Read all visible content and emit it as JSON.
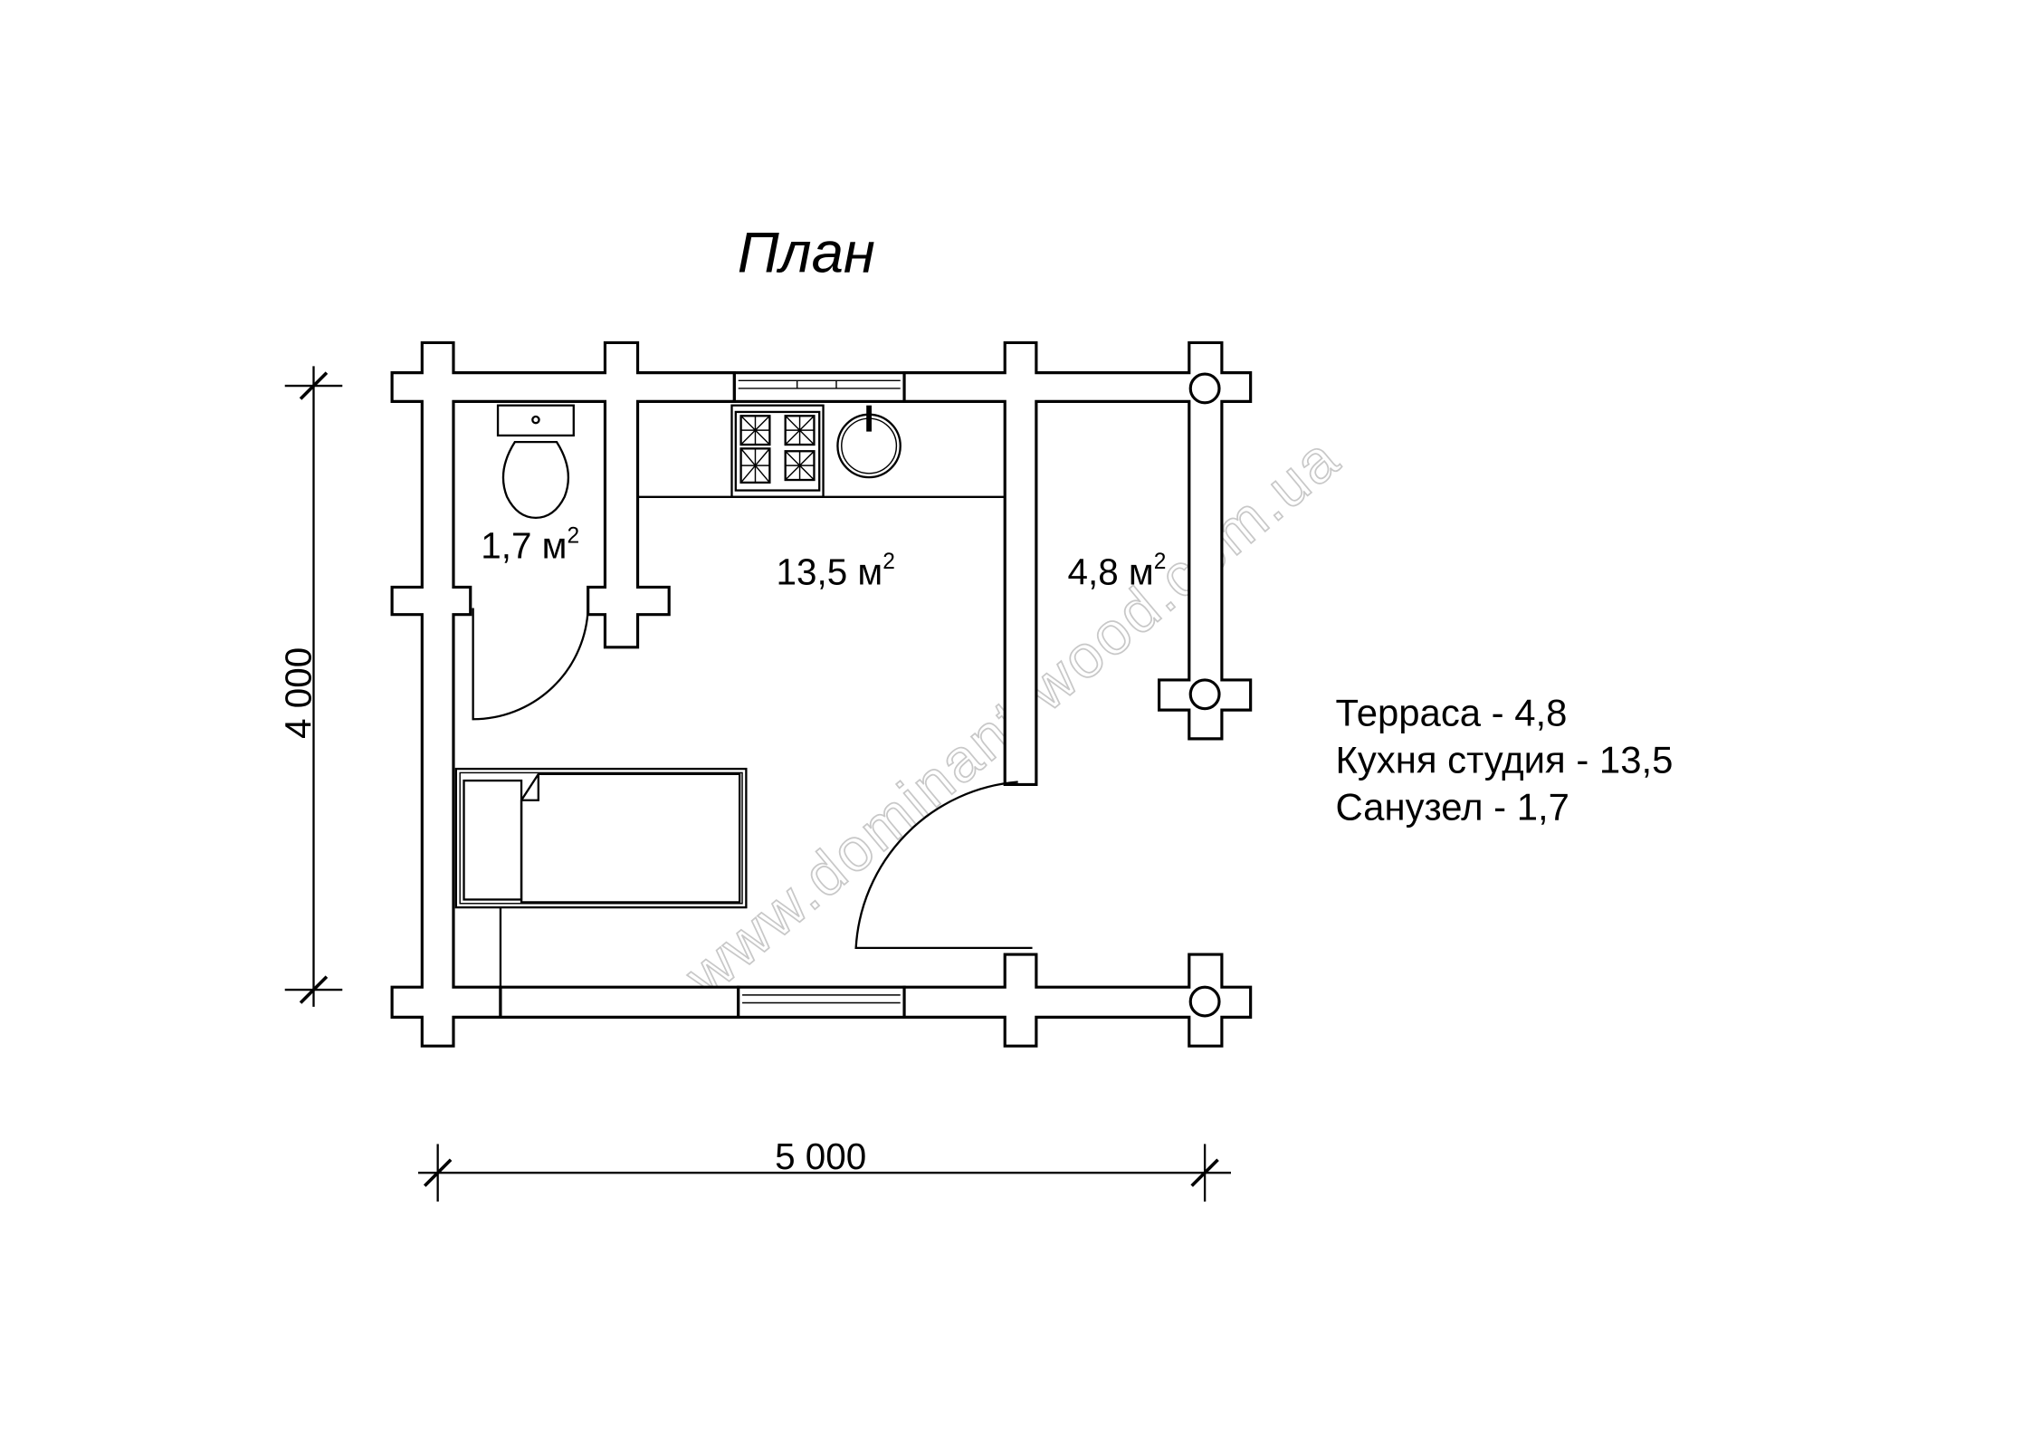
{
  "title": "План",
  "rooms": [
    {
      "label": "1,7 м",
      "sup": "2"
    },
    {
      "label": "13,5 м",
      "sup": "2"
    },
    {
      "label": "4,8 м",
      "sup": "2"
    }
  ],
  "dimensions": {
    "height": "4 000",
    "width": "5 000"
  },
  "legend": [
    "Терраса - 4,8",
    "Кухня студия - 13,5",
    "Санузел - 1,7"
  ],
  "watermark": "www.dominant-wood.com.ua"
}
